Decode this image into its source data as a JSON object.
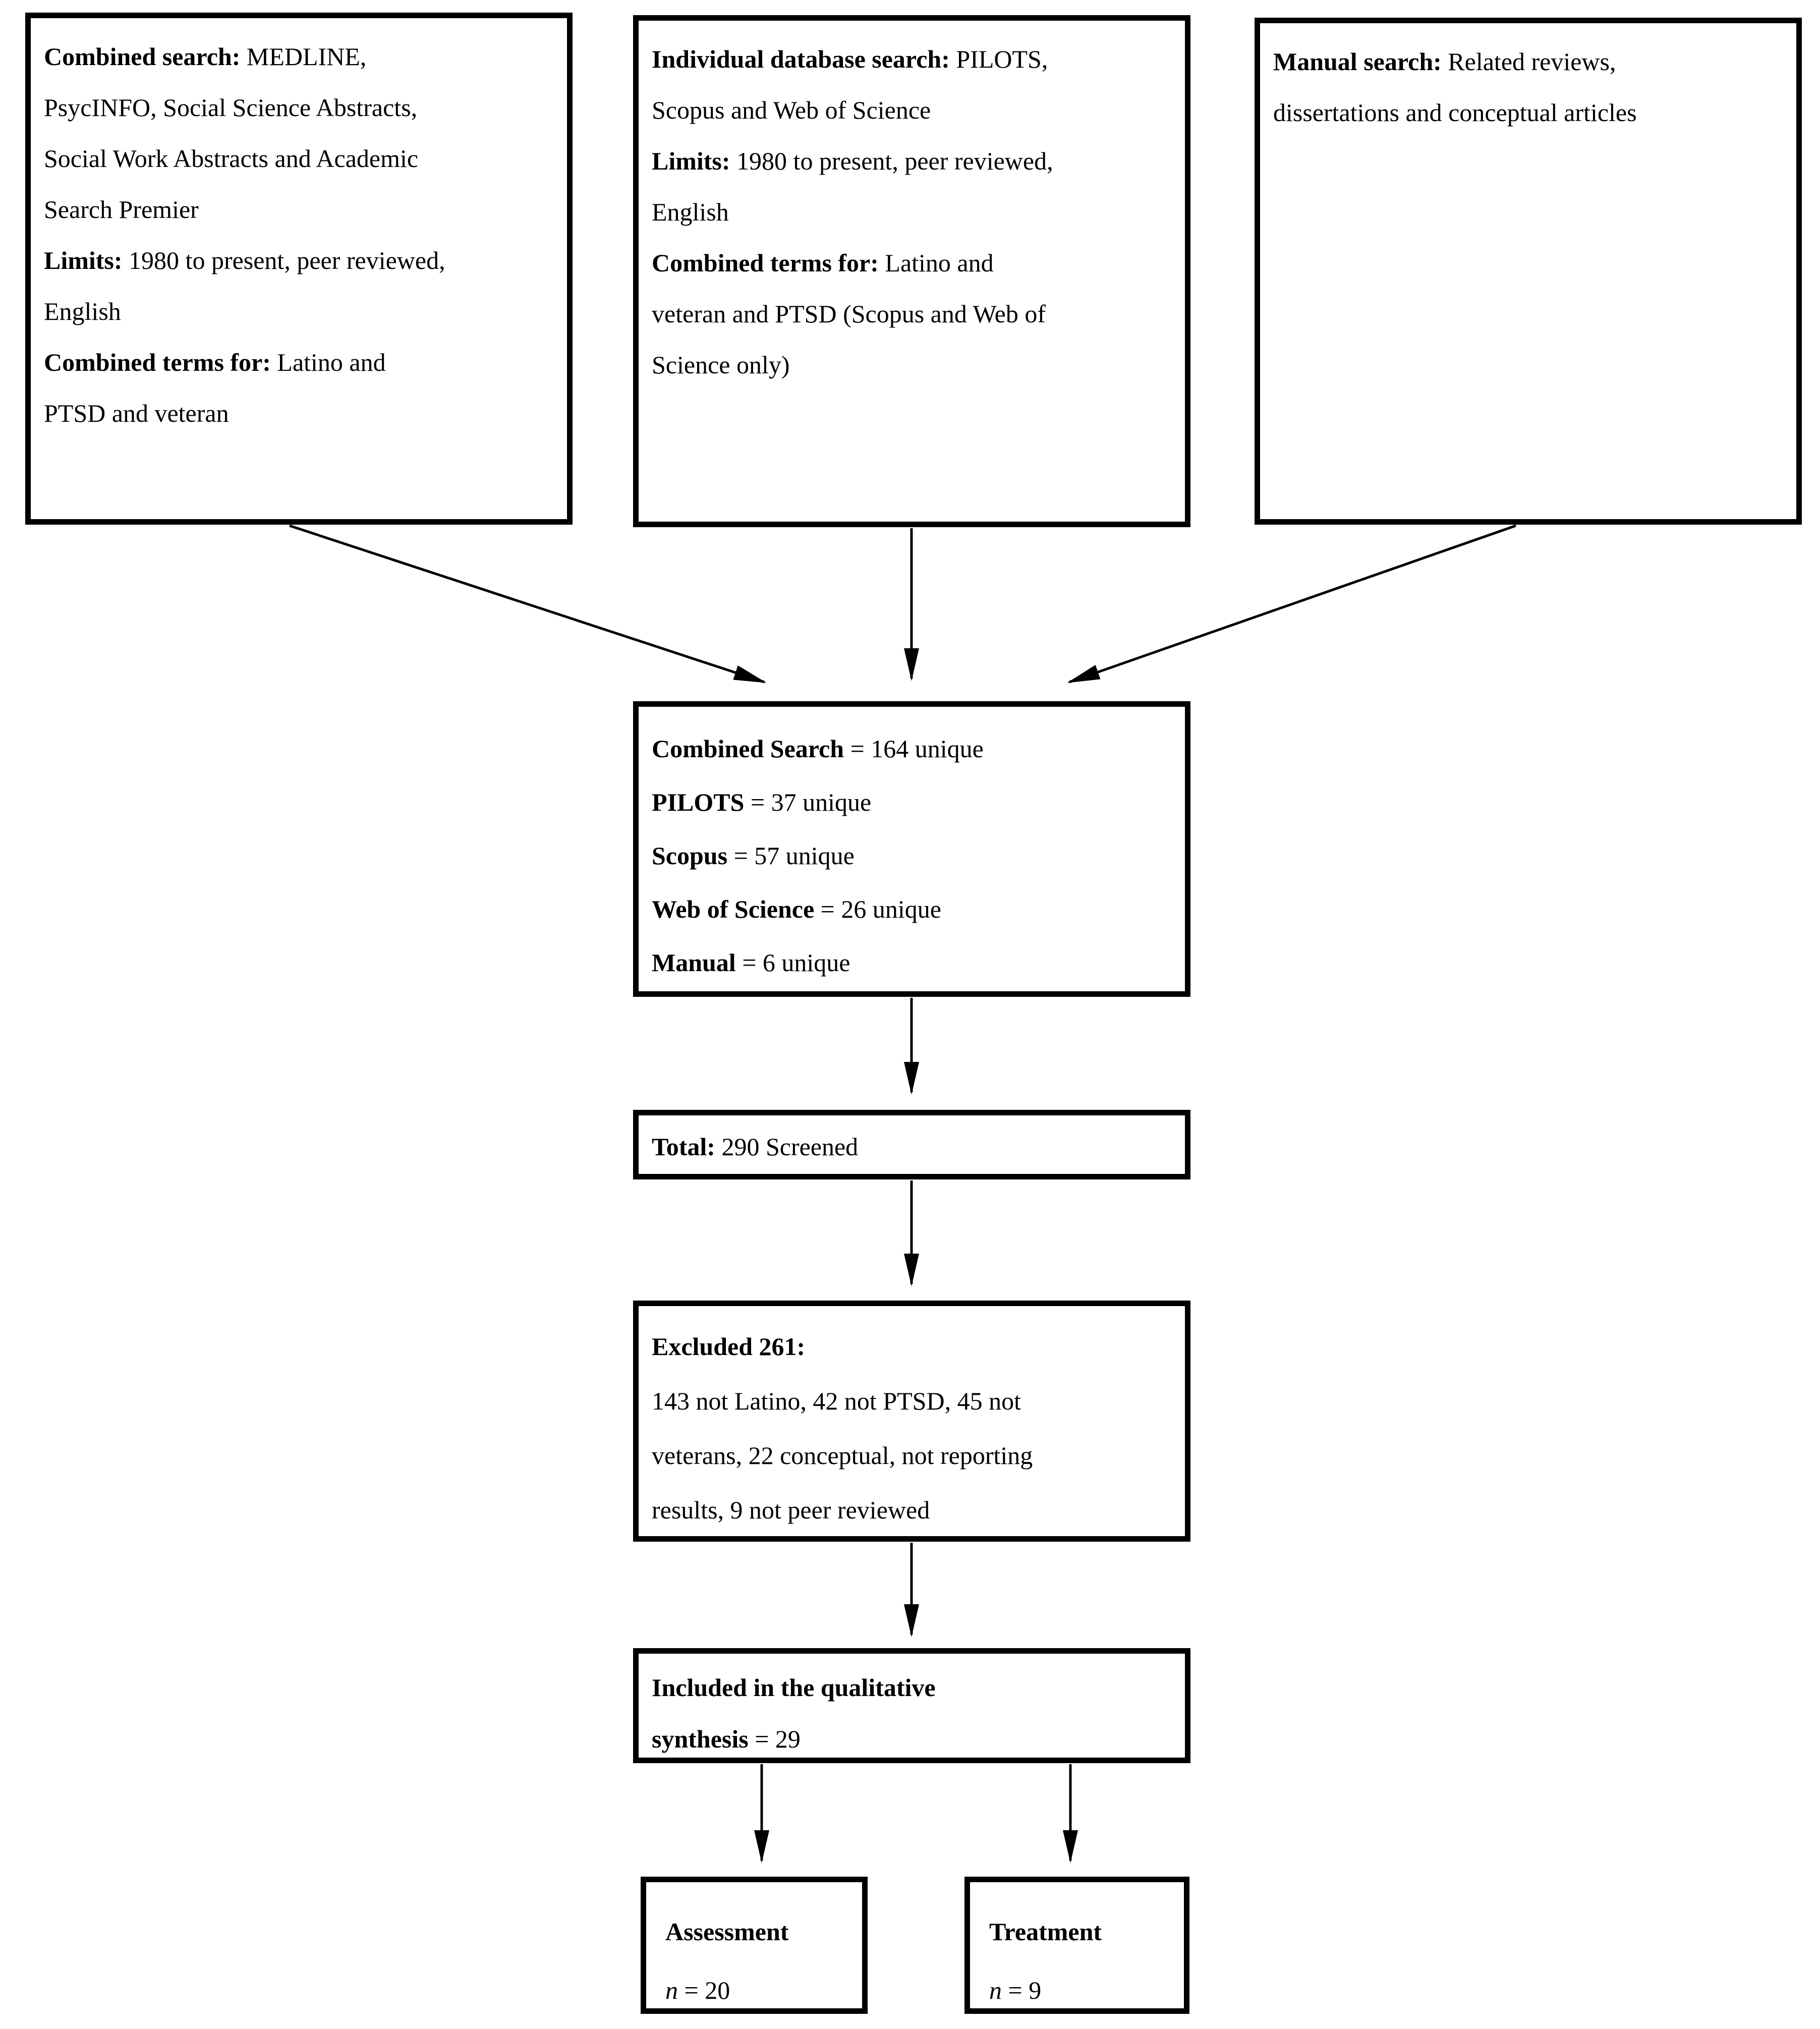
{
  "diagram": {
    "type": "flowchart",
    "colors": {
      "border": "#000000",
      "text": "#000000",
      "background": "#ffffff"
    },
    "boxes": {
      "combined_search": {
        "lines": [
          [
            {
              "t": "Combined search:",
              "s": "b"
            },
            {
              "t": " MEDLINE,",
              "s": "r"
            }
          ],
          [
            {
              "t": "PsycINFO, Social Science Abstracts,",
              "s": "r"
            }
          ],
          [
            {
              "t": "Social Work Abstracts and Academic",
              "s": "r"
            }
          ],
          [
            {
              "t": "Search Premier",
              "s": "r"
            }
          ],
          [
            {
              "t": "Limits:",
              "s": "b"
            },
            {
              "t": " 1980 to present, peer reviewed,",
              "s": "r"
            }
          ],
          [
            {
              "t": "English",
              "s": "r"
            }
          ],
          [
            {
              "t": "Combined terms for:",
              "s": "b"
            },
            {
              "t": " Latino and",
              "s": "r"
            }
          ],
          [
            {
              "t": "PTSD and veteran",
              "s": "r"
            }
          ]
        ]
      },
      "individual_search": {
        "lines": [
          [
            {
              "t": "Individual database search:",
              "s": "b"
            },
            {
              "t": " PILOTS,",
              "s": "r"
            }
          ],
          [
            {
              "t": "Scopus and Web of Science",
              "s": "r"
            }
          ],
          [
            {
              "t": "Limits:",
              "s": "b"
            },
            {
              "t": " 1980 to present, peer reviewed,",
              "s": "r"
            }
          ],
          [
            {
              "t": "English",
              "s": "r"
            }
          ],
          [
            {
              "t": "Combined terms for:",
              "s": "b"
            },
            {
              "t": " Latino and",
              "s": "r"
            }
          ],
          [
            {
              "t": "veteran and PTSD (Scopus and Web of",
              "s": "r"
            }
          ],
          [
            {
              "t": "Science only)",
              "s": "r"
            }
          ]
        ]
      },
      "manual_search": {
        "lines": [
          [
            {
              "t": "Manual search:",
              "s": "b"
            },
            {
              "t": " Related reviews,",
              "s": "r"
            }
          ],
          [
            {
              "t": "dissertations and conceptual articles",
              "s": "r"
            }
          ]
        ]
      },
      "unique_results": {
        "lines": [
          [
            {
              "t": "Combined Search",
              "s": "b"
            },
            {
              "t": " = 164 unique",
              "s": "r"
            }
          ],
          [
            {
              "t": "PILOTS",
              "s": "b"
            },
            {
              "t": " = 37 unique",
              "s": "r"
            }
          ],
          [
            {
              "t": "Scopus",
              "s": "b"
            },
            {
              "t": " = 57 unique",
              "s": "r"
            }
          ],
          [
            {
              "t": "Web of Science",
              "s": "b"
            },
            {
              "t": " = 26 unique",
              "s": "r"
            }
          ],
          [
            {
              "t": "Manual",
              "s": "b"
            },
            {
              "t": " = 6 unique",
              "s": "r"
            }
          ]
        ]
      },
      "total_screened": {
        "lines": [
          [
            {
              "t": "Total:",
              "s": "b"
            },
            {
              "t": " 290 Screened",
              "s": "r"
            }
          ]
        ]
      },
      "excluded": {
        "lines": [
          [
            {
              "t": "Excluded 261:",
              "s": "b"
            }
          ],
          [
            {
              "t": "143 not Latino, 42 not PTSD, 45 not",
              "s": "r"
            }
          ],
          [
            {
              "t": "veterans, 22 conceptual, not reporting",
              "s": "r"
            }
          ],
          [
            {
              "t": "results, 9 not peer reviewed",
              "s": "r"
            }
          ]
        ]
      },
      "included": {
        "lines": [
          [
            {
              "t": "Included in the qualitative",
              "s": "b"
            }
          ],
          [
            {
              "t": "synthesis",
              "s": "b"
            },
            {
              "t": " = 29",
              "s": "r"
            }
          ]
        ]
      },
      "assessment": {
        "lines": [
          [
            {
              "t": "Assessment",
              "s": "b"
            }
          ],
          [
            {
              "t": "n",
              "s": "i"
            },
            {
              "t": " = 20",
              "s": "r"
            }
          ]
        ]
      },
      "treatment": {
        "lines": [
          [
            {
              "t": "Treatment",
              "s": "b"
            }
          ],
          [
            {
              "t": "n",
              "s": "i"
            },
            {
              "t": " = 9",
              "s": "r"
            }
          ]
        ]
      }
    }
  }
}
